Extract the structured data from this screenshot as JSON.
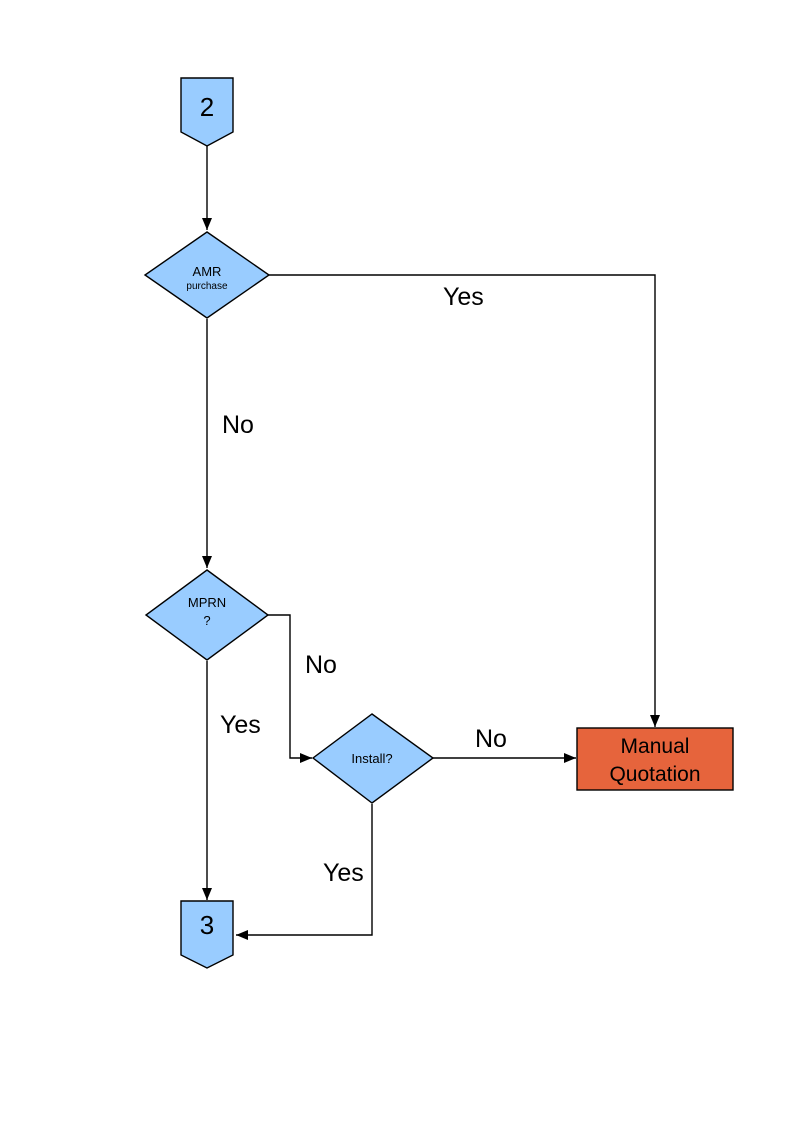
{
  "page": {
    "background": "#ffffff"
  },
  "colors": {
    "node_fill": "#99ccff",
    "node_stroke": "#000000",
    "manual_fill": "#e6643c",
    "line": "#000000",
    "text": "#000000"
  },
  "nodes": {
    "connector_2": {
      "label": "2"
    },
    "amr": {
      "title": "AMR",
      "subtitle": "purchase"
    },
    "mprn": {
      "title": "MPRN",
      "subtitle": "?"
    },
    "install": {
      "label": "Install?"
    },
    "manual_quotation": {
      "line1": "Manual",
      "line2": "Quotation"
    },
    "connector_3": {
      "label": "3"
    }
  },
  "edges": {
    "amr_yes": "Yes",
    "amr_no": "No",
    "mprn_no": "No",
    "mprn_yes": "Yes",
    "install_no": "No",
    "install_yes": "Yes"
  }
}
